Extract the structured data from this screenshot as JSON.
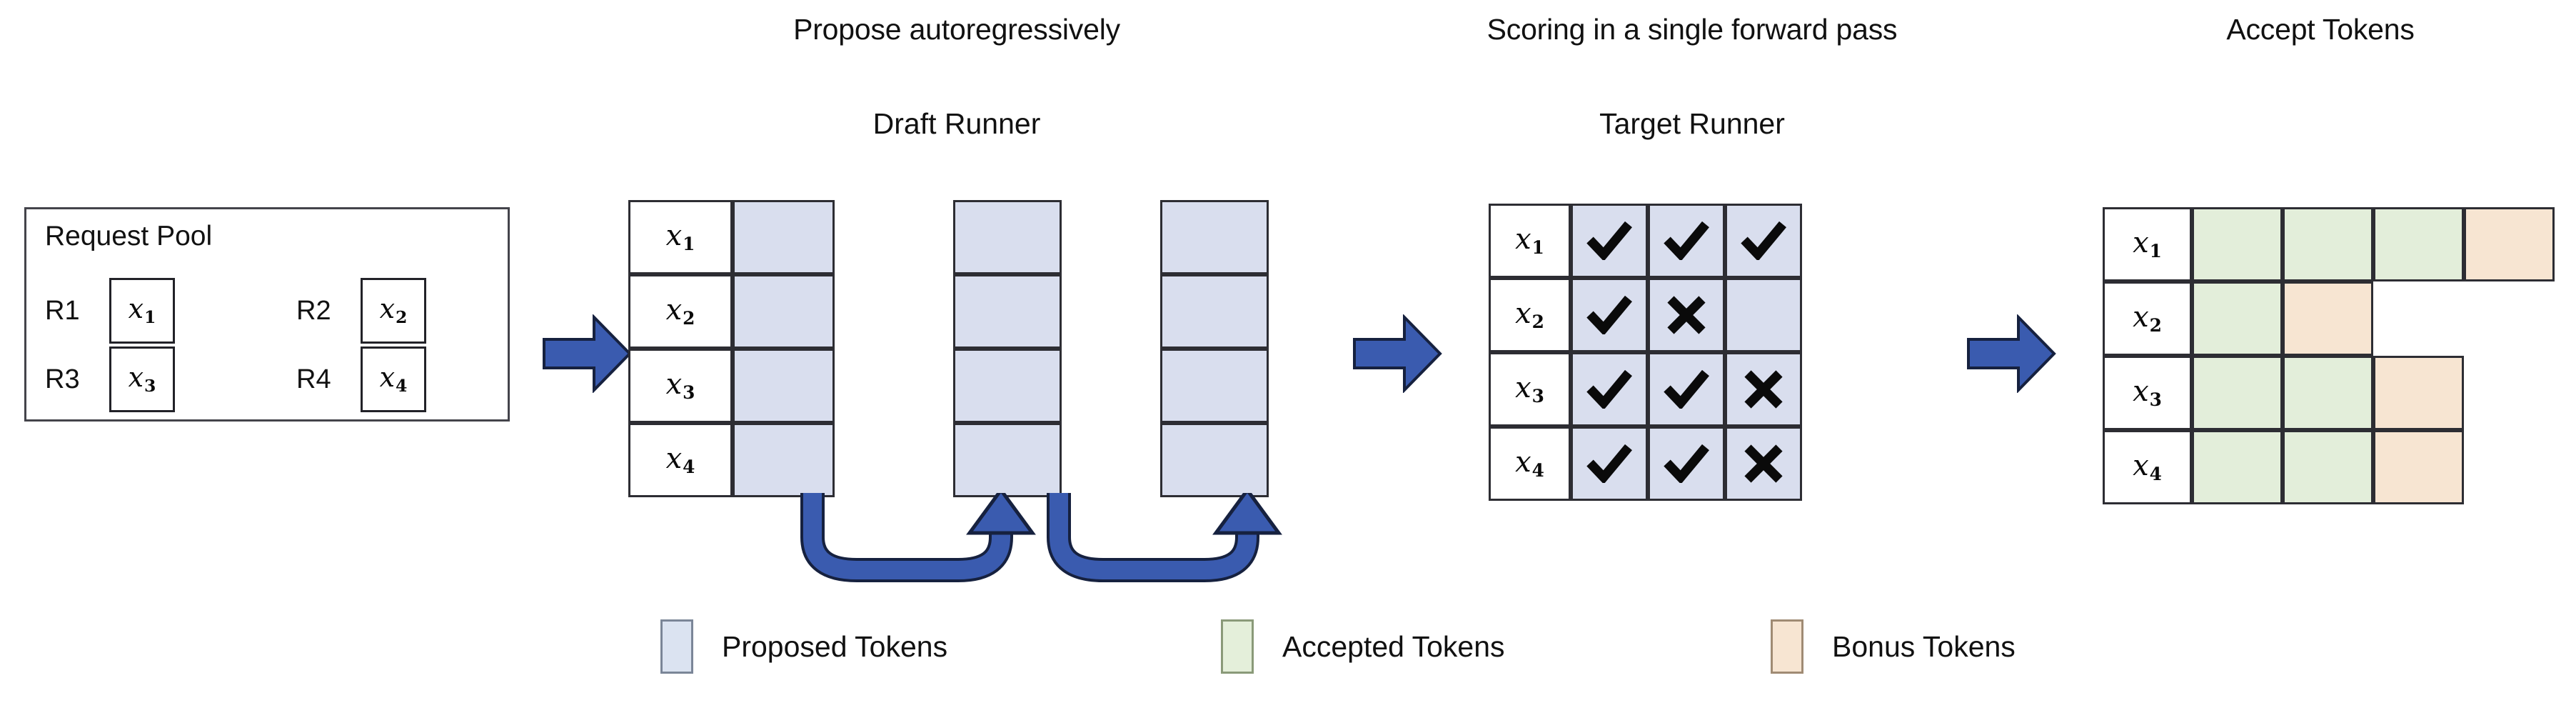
{
  "figure": {
    "background_color": "#ffffff",
    "colors": {
      "proposed": "#d9deee",
      "accepted": "#e3eeda",
      "bonus": "#f7e5d2",
      "arrow_blue": "#3a5baf",
      "arrow_outline": "#16213f",
      "border": "#2d2d33",
      "text": "#111111"
    }
  },
  "stages": {
    "request_pool": {
      "title": "Request Pool",
      "requests": [
        {
          "name": "R1",
          "token": "x",
          "sub": "1"
        },
        {
          "name": "R2",
          "token": "x",
          "sub": "2"
        },
        {
          "name": "R3",
          "token": "x",
          "sub": "3"
        },
        {
          "name": "R4",
          "token": "x",
          "sub": "4"
        }
      ]
    },
    "draft": {
      "caption": "Propose autoregressively",
      "title": "Draft Runner",
      "row_labels": [
        {
          "token": "x",
          "sub": "1"
        },
        {
          "token": "x",
          "sub": "2"
        },
        {
          "token": "x",
          "sub": "3"
        },
        {
          "token": "x",
          "sub": "4"
        }
      ],
      "steps": 3,
      "cell_kind": "proposed",
      "feedback_arrows": 2
    },
    "target": {
      "caption": "Scoring in a single forward pass",
      "title": "Target Runner",
      "row_labels": [
        {
          "token": "x",
          "sub": "1"
        },
        {
          "token": "x",
          "sub": "2"
        },
        {
          "token": "x",
          "sub": "3"
        },
        {
          "token": "x",
          "sub": "4"
        }
      ],
      "rows": [
        {
          "label_index": 0,
          "marks": [
            "check",
            "check",
            "check"
          ]
        },
        {
          "label_index": 1,
          "marks": [
            "check",
            "cross",
            "none"
          ]
        },
        {
          "label_index": 2,
          "marks": [
            "check",
            "check",
            "cross"
          ]
        },
        {
          "label_index": 3,
          "marks": [
            "check",
            "check",
            "cross"
          ]
        }
      ]
    },
    "accept": {
      "title": "Accept Tokens",
      "row_labels": [
        {
          "token": "x",
          "sub": "1"
        },
        {
          "token": "x",
          "sub": "2"
        },
        {
          "token": "x",
          "sub": "3"
        },
        {
          "token": "x",
          "sub": "4"
        }
      ],
      "rows": [
        {
          "label_index": 0,
          "cells": [
            "accepted",
            "accepted",
            "accepted",
            "bonus"
          ]
        },
        {
          "label_index": 1,
          "cells": [
            "accepted",
            "bonus"
          ]
        },
        {
          "label_index": 2,
          "cells": [
            "accepted",
            "accepted",
            "bonus"
          ]
        },
        {
          "label_index": 3,
          "cells": [
            "accepted",
            "accepted",
            "bonus"
          ]
        }
      ]
    }
  },
  "flow_arrows": [
    {
      "name": "pool-to-draft"
    },
    {
      "name": "draft-to-target"
    },
    {
      "name": "target-to-accept"
    }
  ],
  "legend": {
    "items": [
      {
        "label": "Proposed Tokens",
        "kind": "proposed",
        "color": "#dbe3f1"
      },
      {
        "label": "Accepted Tokens",
        "kind": "accepted",
        "color": "#e4efda"
      },
      {
        "label": "Bonus Tokens",
        "kind": "bonus",
        "color": "#f7e5d2"
      }
    ]
  }
}
